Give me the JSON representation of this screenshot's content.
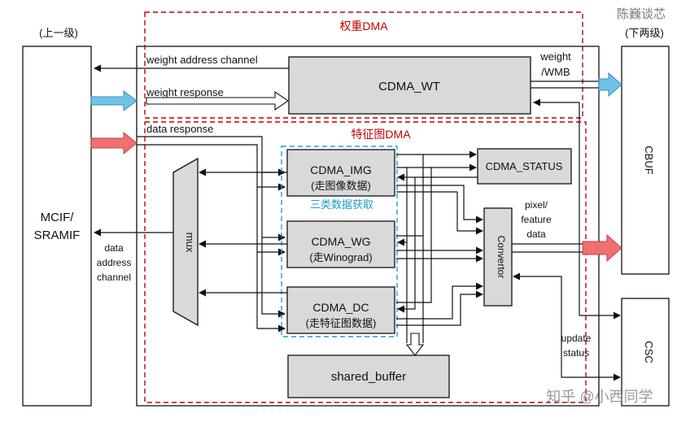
{
  "labels": {
    "upper_level": "(上一级)",
    "lower_level": "(下两级)",
    "watermark_top": "陈巍谈芯",
    "weight_dma": "权重DMA",
    "feature_dma": "特征图DMA",
    "three_types": "三类数据获取",
    "weight_address_channel": "weight address channel",
    "weight_response": "weight response",
    "data_response": "data response",
    "weight_wmb_1": "weight",
    "weight_wmb_2": "/WMB",
    "pixel_1": "pixel/",
    "pixel_2": "feature",
    "pixel_3": "data",
    "data_addr_1": "data",
    "data_addr_2": "address",
    "data_addr_3": "channel",
    "update_1": "update",
    "update_2": "status",
    "watermark_bottom": "知乎 @小西同学"
  },
  "blocks": {
    "mcif_1": "MCIF/",
    "mcif_2": "SRAMIF",
    "cdma_wt": "CDMA_WT",
    "cdma_img": "CDMA_IMG",
    "cdma_img_sub": "(走图像数据)",
    "cdma_wg": "CDMA_WG",
    "cdma_wg_sub": "(走Winograd)",
    "cdma_dc": "CDMA_DC",
    "cdma_dc_sub": "(走特征图数据)",
    "cdma_status": "CDMA_STATUS",
    "mux": "mux",
    "convertor": "Convertor",
    "shared_buffer": "shared_buffer",
    "cbuf": "CBUF",
    "csc": "CSC"
  },
  "colors": {
    "block_fill": "#d9d9d9",
    "dashed_red": "#c00000",
    "dashed_cyan": "#1a9fd0",
    "weight_arrow": "#6ec3e8",
    "data_arrow": "#f07070"
  }
}
